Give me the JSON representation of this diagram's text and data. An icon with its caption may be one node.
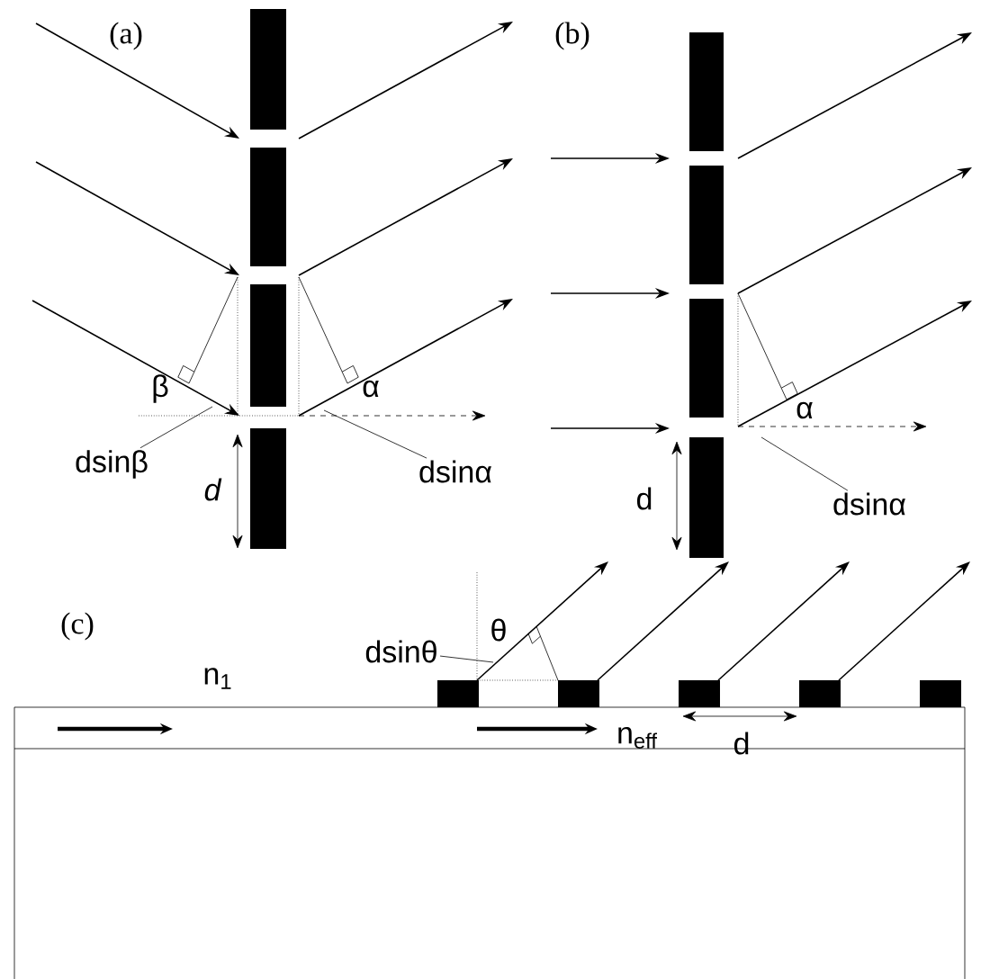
{
  "diagram": {
    "nodes": [
      {
        "text": [
          "dsinβ"
        ]
      },
      {
        "text": [
          "dsinα"
        ]
      },
      {
        "text": [
          "dsinα"
        ]
      },
      {
        "text": [
          "dsinθ"
        ]
      }
    ],
    "edges": [
      {
        "from": 0,
        "to": null,
        "arrow": "none"
      },
      {
        "from": 1,
        "to": null,
        "arrow": "none"
      },
      {
        "from": 2,
        "to": null,
        "arrow": "none"
      },
      {
        "from": 3,
        "to": null,
        "arrow": "none"
      }
    ],
    "labels": [
      "(a)",
      "(b)",
      "β",
      "α",
      "α",
      "d",
      "d",
      "(c)",
      "θ",
      "n$_{1}$",
      "n$_{eff}$",
      "d"
    ]
  }
}
